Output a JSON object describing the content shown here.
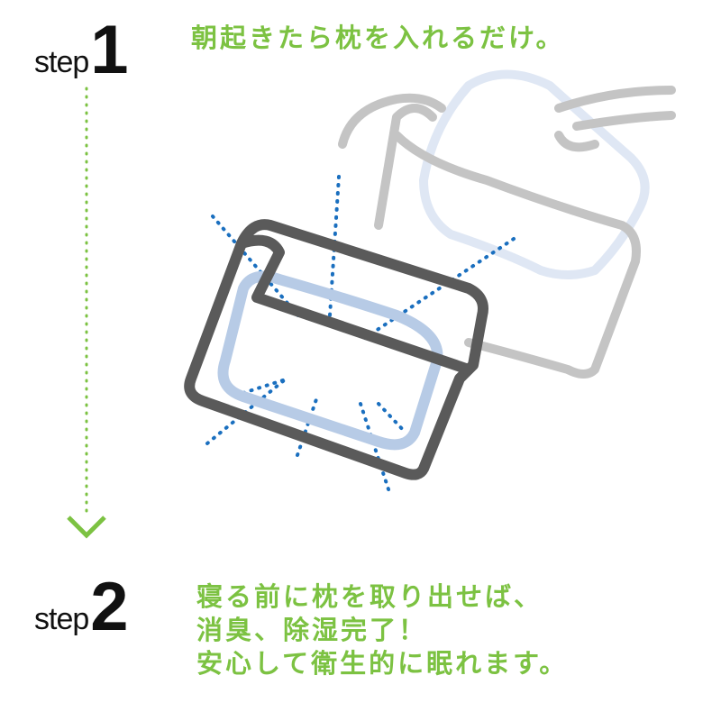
{
  "step1": {
    "word": "step",
    "number": "1",
    "text": "朝起きたら枕を入れるだけ。"
  },
  "step2": {
    "word": "step",
    "number": "2",
    "lines": [
      "寝る前に枕を取り出せば、",
      "消臭、除湿完了！",
      "安心して衛生的に眠れます。"
    ]
  },
  "colors": {
    "accent": "#7cc242",
    "bag": "#5a5a5a",
    "pillow": "#b7cbe6",
    "rays": "#1a6fbf",
    "hand": "#c4c4c4"
  }
}
